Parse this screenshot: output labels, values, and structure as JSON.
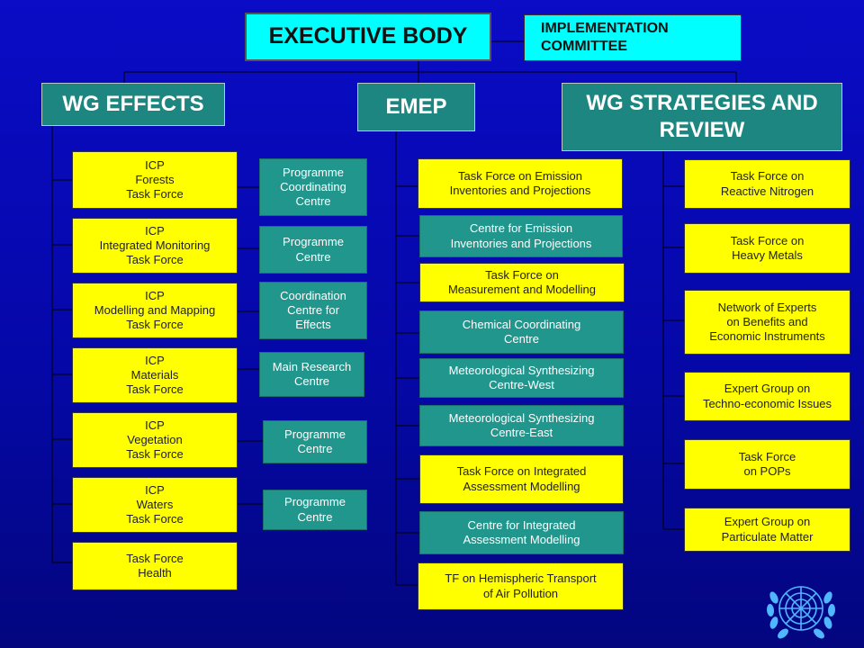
{
  "top": {
    "executive_body": "EXECUTIVE BODY",
    "implementation_committee": "IMPLEMENTATION\nCOMMITTEE"
  },
  "columns": {
    "wg_effects": "WG EFFECTS",
    "emep": "EMEP",
    "wg_strategies": "WG STRATEGIES AND\nREVIEW"
  },
  "effects": {
    "task_forces": [
      "ICP\nForests\nTask Force",
      "ICP\nIntegrated Monitoring\nTask Force",
      "ICP\nModelling and Mapping\nTask Force",
      "ICP\nMaterials\nTask Force",
      "ICP\nVegetation\nTask Force",
      "ICP\nWaters\nTask Force",
      "Task Force\nHealth"
    ],
    "centres": [
      "Programme\nCoordinating\nCentre",
      "Programme\nCentre",
      "Coordination\nCentre for\nEffects",
      "Main Research\nCentre",
      "Programme\nCentre",
      "Programme\nCentre"
    ]
  },
  "emep_items": [
    "Task Force on Emission\nInventories and Projections",
    "Centre for Emission\nInventories and Projections",
    "Task Force on\nMeasurement and Modelling",
    "Chemical Coordinating\nCentre",
    "Meteorological Synthesizing\nCentre-West",
    "Meteorological Synthesizing\nCentre-East",
    "Task Force on Integrated\nAssessment Modelling",
    "Centre for Integrated\nAssessment Modelling",
    "TF on Hemispheric Transport\nof Air Pollution"
  ],
  "strategies_items": [
    "Task Force on\nReactive Nitrogen",
    "Task Force on\nHeavy Metals",
    "Network of Experts\non Benefits and\nEconomic Instruments",
    "Expert Group on\nTechno-economic Issues",
    "Task Force\non POPs",
    "Expert Group on\nParticulate Matter"
  ],
  "colors": {
    "background": "#0508a8",
    "yellow": "#ffff00",
    "teal": "#21968c",
    "cyan": "#00ffff",
    "header_teal": "#1e8680"
  },
  "icons": {
    "logo": "un-emblem-icon"
  }
}
